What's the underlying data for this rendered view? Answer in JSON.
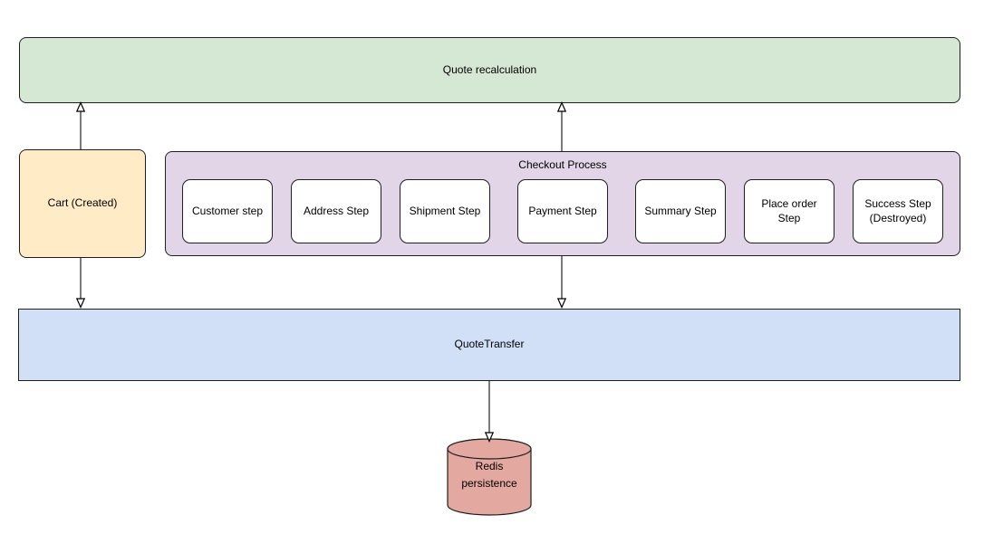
{
  "colors": {
    "quote_recalculation_fill": "#d5e8d4",
    "cart_fill": "#ffecc7",
    "checkout_fill": "#e1d5e7",
    "step_fill": "#ffffff",
    "quote_transfer_fill": "#d2e0f7",
    "redis_fill": "#e3a8a0",
    "node_border": "#1f1f1f",
    "arrow_shaft": "#5a5a5a",
    "arrowhead_fill": "#ffffff",
    "arrowhead_stroke": "#000000"
  },
  "nodes": {
    "quote_recalculation": {
      "label": "Quote recalculation"
    },
    "cart": {
      "label": "Cart (Created)"
    },
    "checkout": {
      "title": "Checkout Process",
      "steps": [
        {
          "label": "Customer step"
        },
        {
          "label": "Address Step"
        },
        {
          "label": "Shipment Step"
        },
        {
          "label": "Payment Step"
        },
        {
          "label": "Summary Step"
        },
        {
          "label": "Place order Step"
        },
        {
          "label": "Success Step (Destroyed)"
        }
      ]
    },
    "quote_transfer": {
      "label": "QuoteTransfer"
    },
    "redis": {
      "label": "Redis persistence"
    }
  },
  "edges": [
    {
      "from": "cart",
      "to": "quote_recalculation",
      "direction": "up",
      "arrowhead": "open-triangle"
    },
    {
      "from": "cart",
      "to": "quote_transfer",
      "direction": "down",
      "arrowhead": "open-triangle"
    },
    {
      "from": "checkout",
      "to": "quote_recalculation",
      "direction": "up",
      "arrowhead": "open-triangle"
    },
    {
      "from": "checkout",
      "to": "quote_transfer",
      "direction": "down",
      "arrowhead": "open-triangle"
    },
    {
      "from": "quote_transfer",
      "to": "redis",
      "direction": "down",
      "arrowhead": "open-triangle"
    }
  ]
}
